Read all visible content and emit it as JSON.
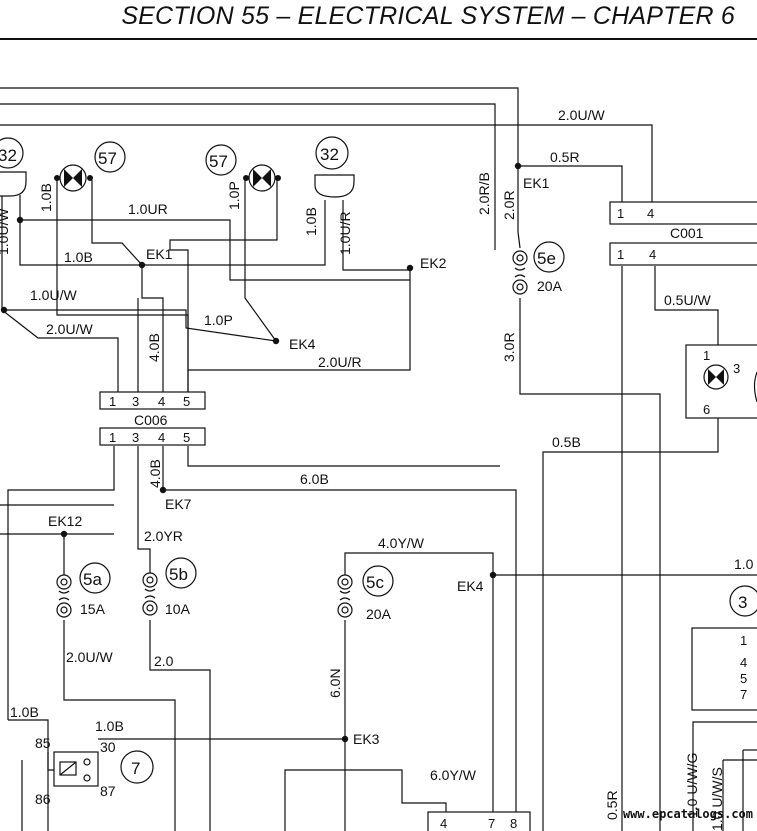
{
  "header": {
    "title": "SECTION 55 – ELECTRICAL SYSTEM – CHAPTER 6"
  },
  "watermark": "www.epcatalogs.com",
  "components": {
    "lamp_57_left": "57",
    "lamp_57_mid": "57",
    "conn_32_left": "32",
    "conn_32_right": "32",
    "fuse_5a": "5a",
    "fuse_5b": "5b",
    "fuse_5c": "5c",
    "fuse_5e": "5e",
    "relay_7": "7",
    "ref_3_right": "3"
  },
  "fuse_ratings": {
    "f5a": "15A",
    "f5b": "10A",
    "f5c": "20A",
    "f5e": "20A"
  },
  "connectors": {
    "c006": {
      "name": "C006",
      "pins": [
        "1",
        "3",
        "4",
        "5"
      ]
    },
    "c001": {
      "name": "C001",
      "pins": [
        "1",
        "4"
      ]
    }
  },
  "relay_pins": [
    "85",
    "30",
    "86",
    "87"
  ],
  "lamp_right_pins": [
    "1",
    "3",
    "6"
  ],
  "right_pin_list": [
    "1",
    "4",
    "5",
    "7"
  ],
  "bottom_pins": [
    "4",
    "7",
    "8"
  ],
  "splices": {
    "ek1_top": "EK1",
    "ek1_mid": "EK1",
    "ek2": "EK2",
    "ek4_mid": "EK4",
    "ek7": "EK7",
    "ek12": "EK12",
    "ek4_low": "EK4",
    "ek3": "EK3"
  },
  "wires": {
    "w_20uw_top": "2.0U/W",
    "w_05r": "0.5R",
    "w_20rb": "2.0R/B",
    "w_20r": "2.0R",
    "w_30r": "3.0R",
    "w_05uw": "0.5U/W",
    "w_05b": "0.5B",
    "w_10b_l1": "1.0B",
    "w_10ur": "1.0UR",
    "w_10p_v": "1.0P",
    "w_10b_v2": "1.0B",
    "w_10ur_v": "1.0U/R",
    "w_10b_h": "1.0B",
    "w_10uw": "1.0U/W",
    "w_20uw_mid": "2.0U/W",
    "w_10p_h": "1.0P",
    "w_40b": "4.0B",
    "w_20ur": "2.0U/R",
    "w_40b_low": "4.0B",
    "w_60b": "6.0B",
    "w_20yr": "2.0YR",
    "w_40yw": "4.0Y/W",
    "w_20uw_low": "2.0U/W",
    "w_20": "2.0",
    "w_60n": "6.0N",
    "w_10b_relay1": "1.0B",
    "w_10b_relay2": "1.0B",
    "w_60yw": "6.0Y/W",
    "w_05r_low": "0.5R",
    "w_10uwg": "1.0 U/W/G",
    "w_10uws": "1.0 U/W/S",
    "w_10_right": "1.0",
    "w_18_left": "1.0U/W"
  }
}
